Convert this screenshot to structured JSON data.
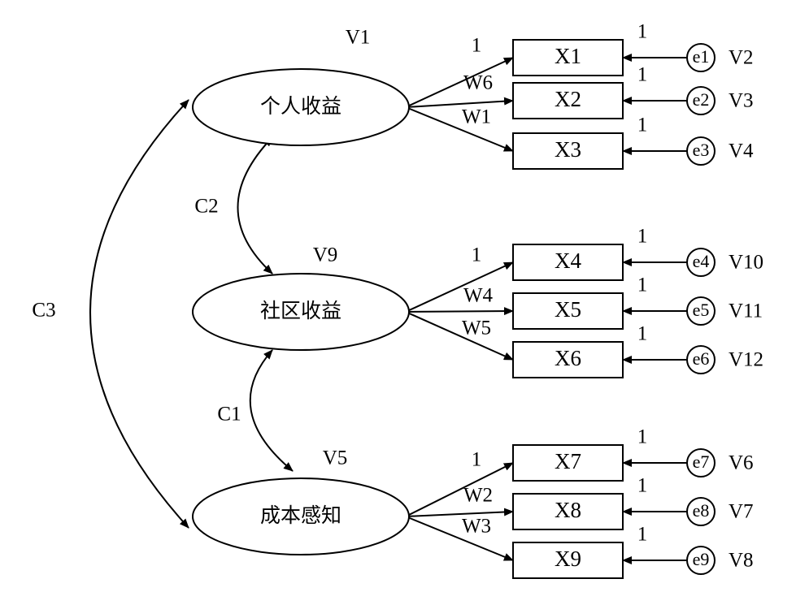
{
  "latents": [
    {
      "id": "personal",
      "label": "个人收益",
      "variance": "V1"
    },
    {
      "id": "community",
      "label": "社区收益",
      "variance": "V9"
    },
    {
      "id": "cost",
      "label": "成本感知",
      "variance": "V5"
    }
  ],
  "indicators": [
    {
      "label": "X1",
      "loading": "1",
      "latent": "personal",
      "error": "e1",
      "error_loading": "1",
      "error_variance": "V2"
    },
    {
      "label": "X2",
      "loading": "W6",
      "latent": "personal",
      "error": "e2",
      "error_loading": "1",
      "error_variance": "V3"
    },
    {
      "label": "X3",
      "loading": "W1",
      "latent": "personal",
      "error": "e3",
      "error_loading": "1",
      "error_variance": "V4"
    },
    {
      "label": "X4",
      "loading": "1",
      "latent": "community",
      "error": "e4",
      "error_loading": "1",
      "error_variance": "V10"
    },
    {
      "label": "X5",
      "loading": "W4",
      "latent": "community",
      "error": "e5",
      "error_loading": "1",
      "error_variance": "V11"
    },
    {
      "label": "X6",
      "loading": "W5",
      "latent": "community",
      "error": "e6",
      "error_loading": "1",
      "error_variance": "V12"
    },
    {
      "label": "X7",
      "loading": "1",
      "latent": "cost",
      "error": "e7",
      "error_loading": "1",
      "error_variance": "V6"
    },
    {
      "label": "X8",
      "loading": "W2",
      "latent": "cost",
      "error": "e8",
      "error_loading": "1",
      "error_variance": "V7"
    },
    {
      "label": "X9",
      "loading": "W3",
      "latent": "cost",
      "error": "e9",
      "error_loading": "1",
      "error_variance": "V8"
    }
  ],
  "covariances": [
    {
      "label": "C2",
      "from": "personal",
      "to": "community"
    },
    {
      "label": "C1",
      "from": "community",
      "to": "cost"
    },
    {
      "label": "C3",
      "from": "personal",
      "to": "cost"
    }
  ]
}
